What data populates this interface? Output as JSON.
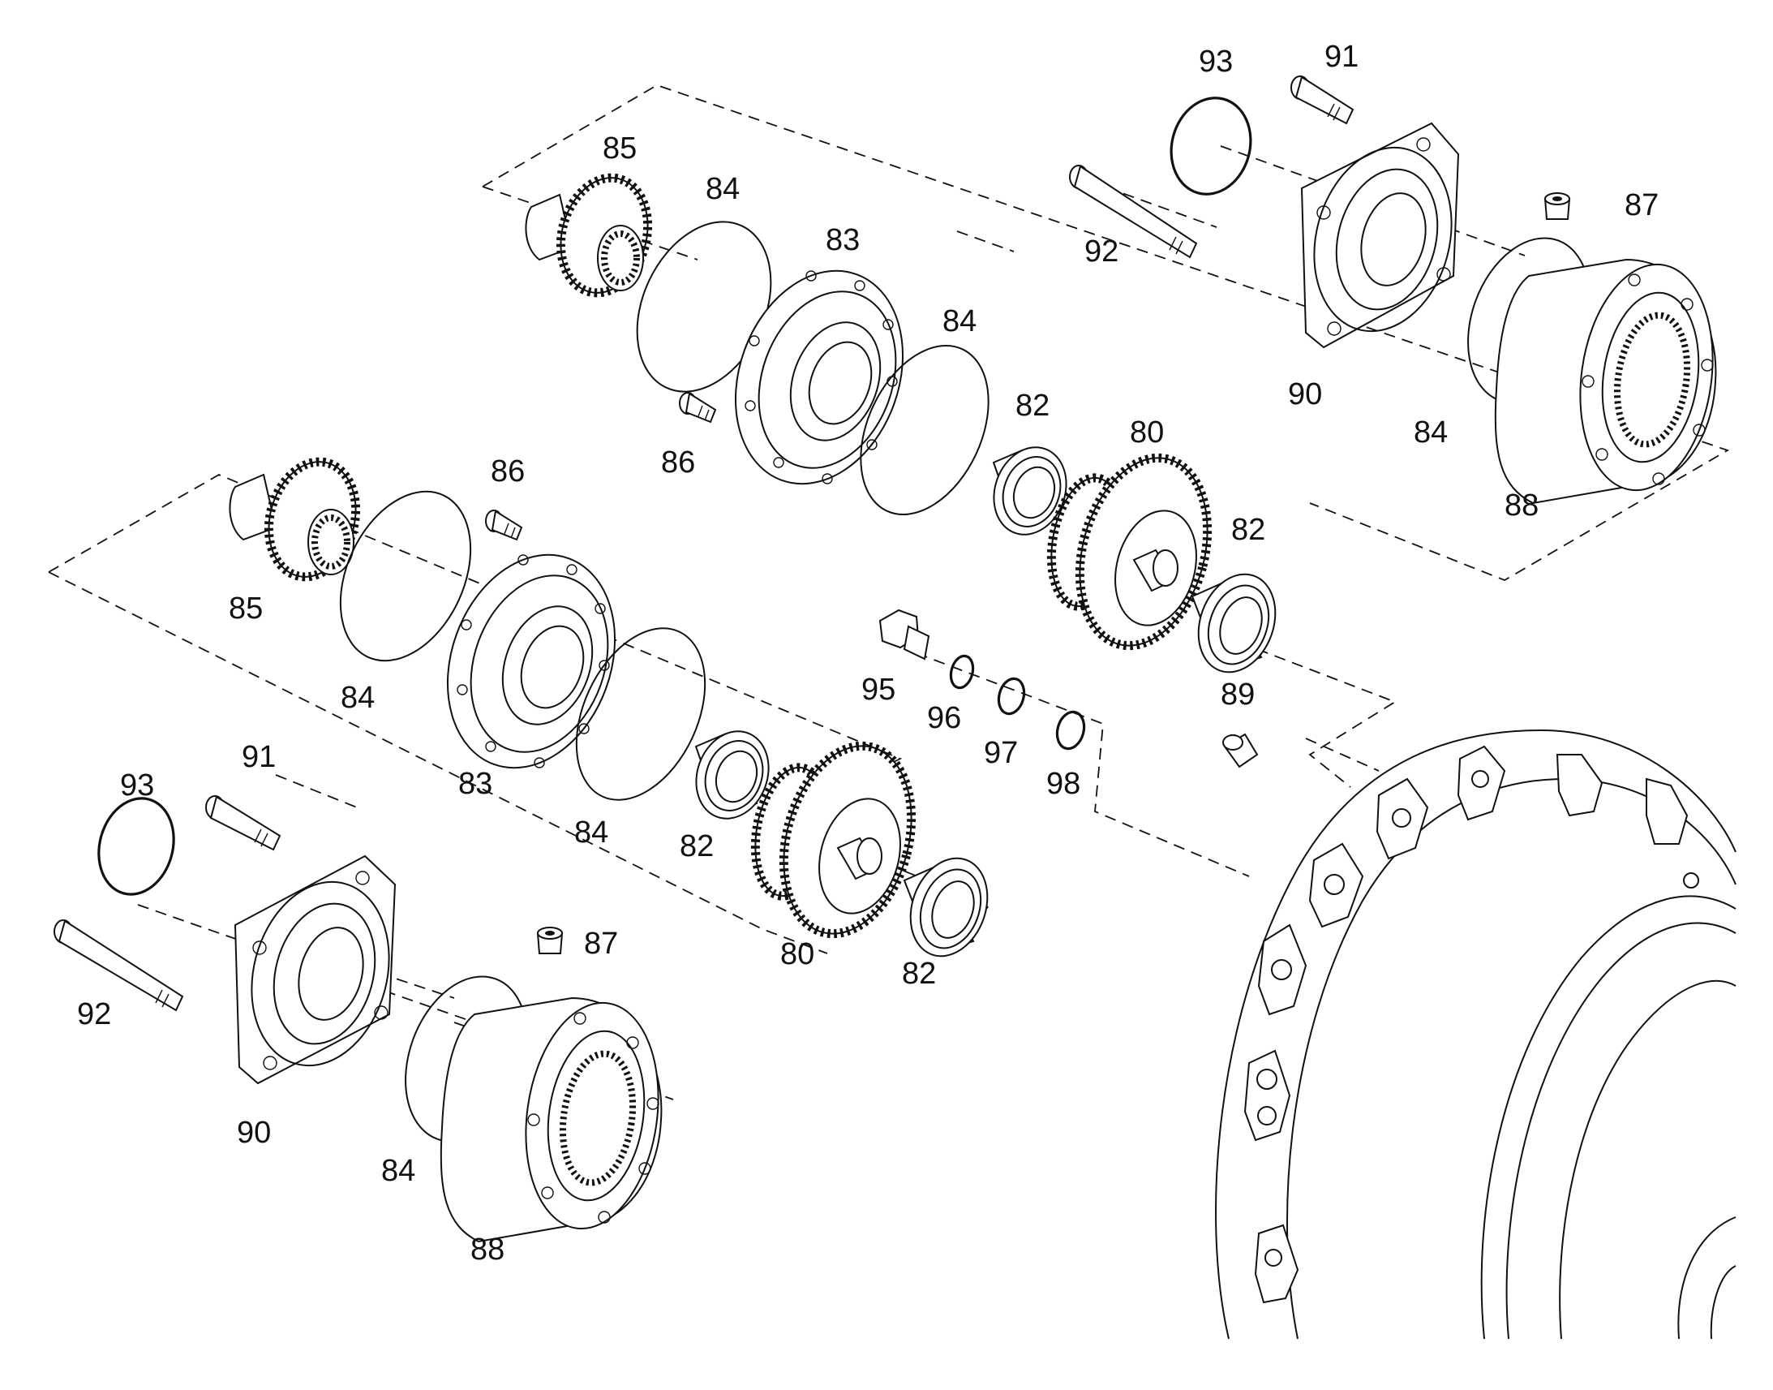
{
  "labels": [
    {
      "id": "l93a",
      "text": "93"
    },
    {
      "id": "l91a",
      "text": "91"
    },
    {
      "id": "l87a",
      "text": "87"
    },
    {
      "id": "l92a",
      "text": "92"
    },
    {
      "id": "l90a",
      "text": "90"
    },
    {
      "id": "l84a",
      "text": "84"
    },
    {
      "id": "l88a",
      "text": "88"
    },
    {
      "id": "l85a",
      "text": "85"
    },
    {
      "id": "l84b",
      "text": "84"
    },
    {
      "id": "l83a",
      "text": "83"
    },
    {
      "id": "l84c",
      "text": "84"
    },
    {
      "id": "l82a",
      "text": "82"
    },
    {
      "id": "l80a",
      "text": "80"
    },
    {
      "id": "l86a",
      "text": "86"
    },
    {
      "id": "l82b",
      "text": "82"
    },
    {
      "id": "l86b",
      "text": "86"
    },
    {
      "id": "l85b",
      "text": "85"
    },
    {
      "id": "l84d",
      "text": "84"
    },
    {
      "id": "l95",
      "text": "95"
    },
    {
      "id": "l96",
      "text": "96"
    },
    {
      "id": "l97",
      "text": "97"
    },
    {
      "id": "l98",
      "text": "98"
    },
    {
      "id": "l89",
      "text": "89"
    },
    {
      "id": "l83b",
      "text": "83"
    },
    {
      "id": "l93b",
      "text": "93"
    },
    {
      "id": "l91b",
      "text": "91"
    },
    {
      "id": "l84e",
      "text": "84"
    },
    {
      "id": "l82c",
      "text": "82"
    },
    {
      "id": "l87b",
      "text": "87"
    },
    {
      "id": "l80b",
      "text": "80"
    },
    {
      "id": "l82d",
      "text": "82"
    },
    {
      "id": "l92b",
      "text": "92"
    },
    {
      "id": "l90b",
      "text": "90"
    },
    {
      "id": "l84f",
      "text": "84"
    },
    {
      "id": "l88b",
      "text": "88"
    }
  ]
}
